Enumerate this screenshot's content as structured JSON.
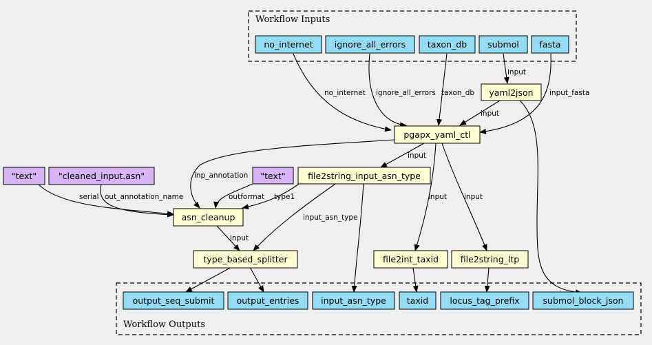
{
  "colors": {
    "background": "#efefef",
    "io_node": "#94dcf4",
    "step_node": "#ffffd4",
    "literal_node": "#d6b4f6"
  },
  "clusters": {
    "inputs_label": "Workflow Inputs",
    "outputs_label": "Workflow Outputs"
  },
  "inputs": [
    "no_internet",
    "ignore_all_errors",
    "taxon_db",
    "submol",
    "fasta"
  ],
  "steps": [
    "yaml2json",
    "pgapx_yaml_ctl",
    "file2string_input_asn_type",
    "asn_cleanup",
    "type_based_splitter",
    "file2int_taxid",
    "file2string_ltp"
  ],
  "literals": [
    "\"text\"",
    "\"cleaned_input.asn\"",
    "\"text\""
  ],
  "outputs": [
    "output_seq_submit",
    "output_entries",
    "input_asn_type",
    "taxid",
    "locus_tag_prefix",
    "submol_block_json"
  ],
  "edge_labels": {
    "no_internet": "no_internet",
    "ignore_all_errors": "ignore_all_errors",
    "taxon_db": "taxon_db",
    "submol_input": "input",
    "input_fasta": "input_fasta",
    "yaml_input": "input",
    "ctl_input": "input",
    "inp_annotation": "inp_annotation",
    "serial": "serial",
    "out_annotation_name": "out_annotation_name",
    "outformat": "outformat",
    "type1": "type1",
    "input_asn_type": "input_asn_type",
    "cleanup_input": "input",
    "taxid_input": "input",
    "ltp_input": "input"
  }
}
